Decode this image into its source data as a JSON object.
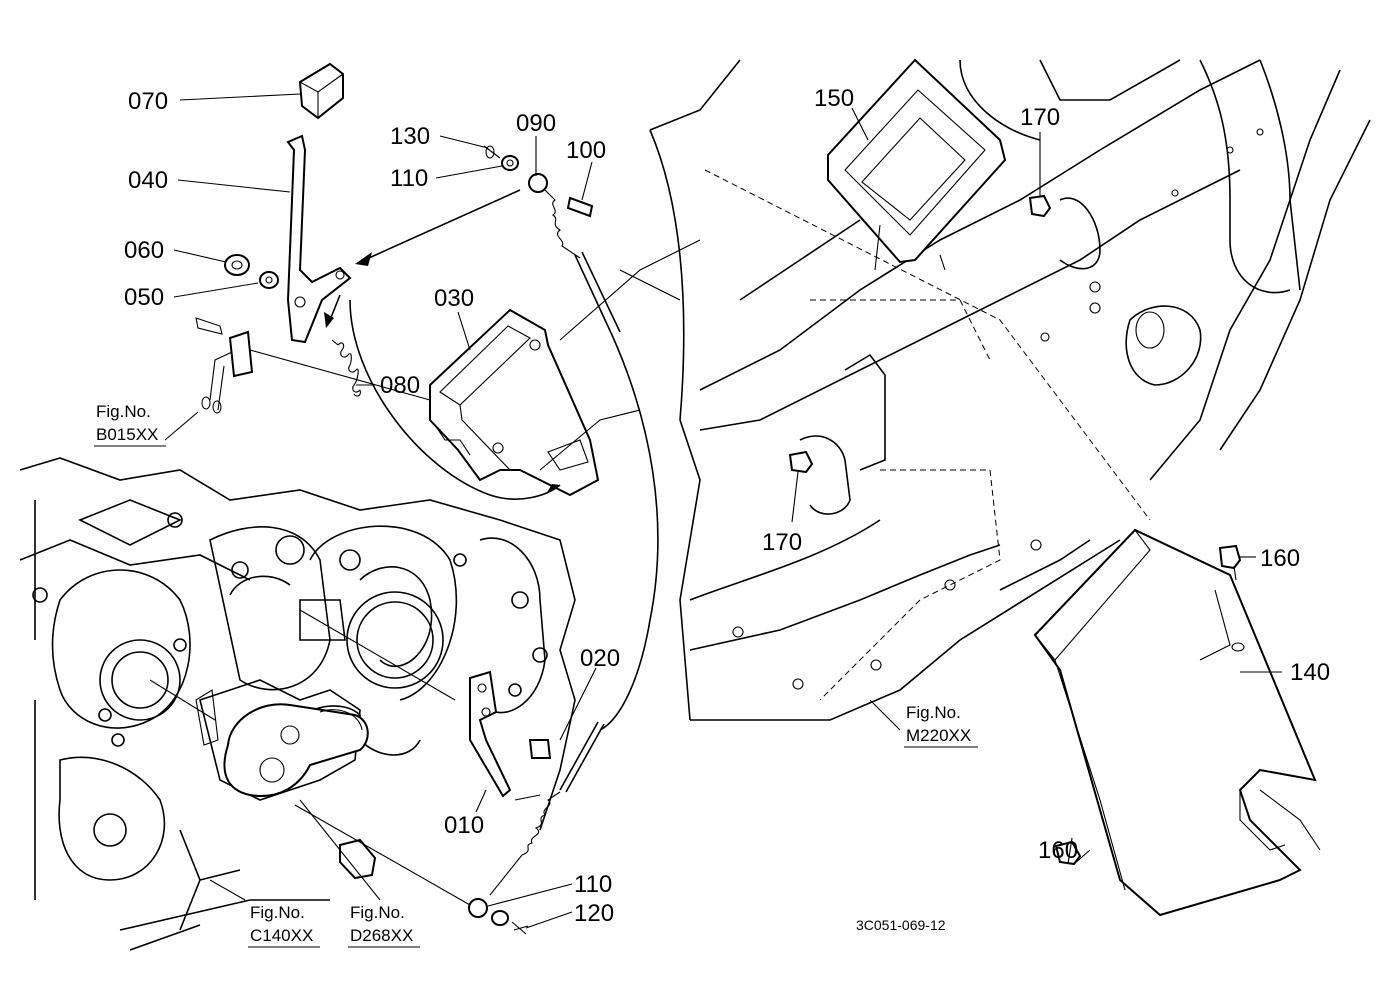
{
  "diagram": {
    "part_labels": {
      "p010": "010",
      "p020": "020",
      "p030": "030",
      "p040": "040",
      "p050": "050",
      "p060": "060",
      "p070": "070",
      "p080": "080",
      "p090": "090",
      "p100": "100",
      "p110a": "110",
      "p110b": "110",
      "p120": "120",
      "p130": "130",
      "p140": "140",
      "p150": "150",
      "p160a": "160",
      "p160b": "160",
      "p170a": "170",
      "p170b": "170"
    },
    "figure_refs": {
      "b015": {
        "title": "Fig.No.",
        "code": "B015XX"
      },
      "c140": {
        "title": "Fig.No.",
        "code": "C140XX"
      },
      "d268": {
        "title": "Fig.No.",
        "code": "D268XX"
      },
      "m220": {
        "title": "Fig.No.",
        "code": "M220XX"
      }
    },
    "drawing_code": "3C051-069-12"
  }
}
